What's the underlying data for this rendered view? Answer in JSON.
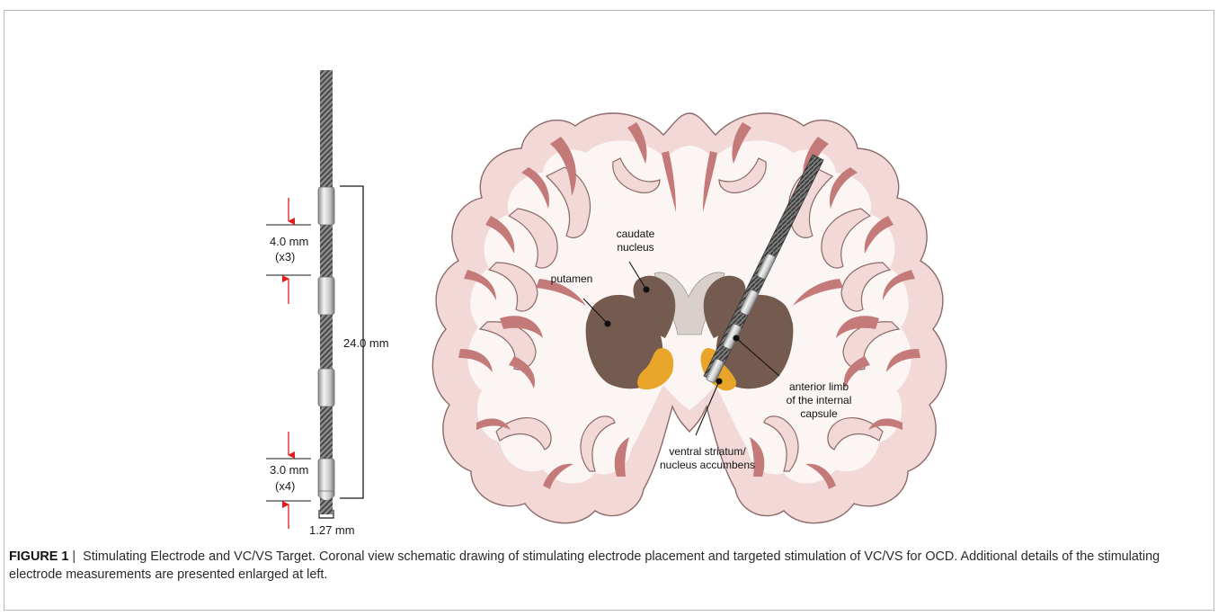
{
  "electrode": {
    "spacing_label": "4.0 mm",
    "spacing_mult": "(x3)",
    "contact_label": "3.0 mm",
    "contact_mult": "(x4)",
    "span_label": "24.0 mm",
    "diameter_label": "1.27 mm"
  },
  "brain_labels": {
    "caudate_line1": "caudate",
    "caudate_line2": "nucleus",
    "putamen": "putamen",
    "alic_line1": "anterior limb",
    "alic_line2": "of the internal",
    "alic_line3": "capsule",
    "vs_line1": "ventral striatum/",
    "vs_line2": "nucleus accumbens"
  },
  "caption": {
    "figure_label": "FIGURE 1",
    "separator": "|",
    "text": "Stimulating Electrode and VC/VS Target. Coronal view schematic drawing of stimulating electrode placement and targeted stimulation of VC/VS for OCD. Additional details of the stimulating electrode measurements are presented enlarged at left."
  },
  "colors": {
    "cortex_outer": "#f2d9d7",
    "white_matter": "#fbf5f4",
    "sulcus": "#c37a78",
    "striatum": "#745a4f",
    "caudate_light": "#d9cfcb",
    "accumbens": "#e9a52a",
    "arrow": "#e11c1c"
  }
}
